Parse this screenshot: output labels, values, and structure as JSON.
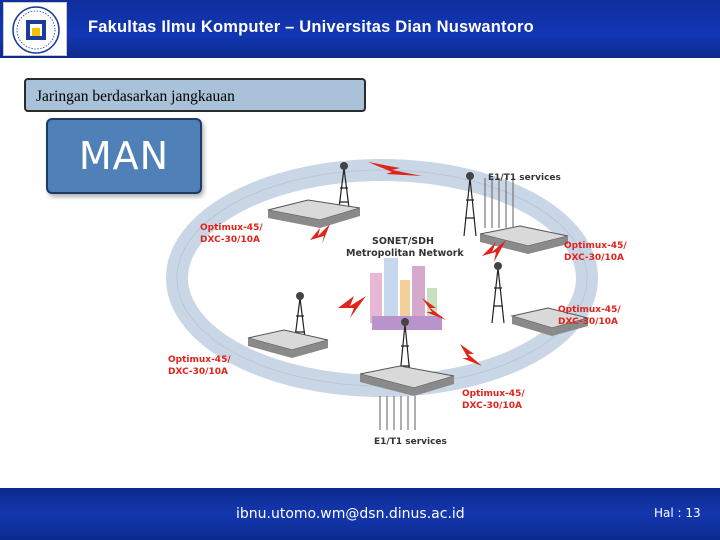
{
  "header": {
    "title": "Fakultas Ilmu Komputer – Universitas Dian Nuswantoro",
    "logo_icon": "university-logo-icon"
  },
  "subtitle": "Jaringan berdasarkan jangkauan",
  "man_label": "MAN",
  "diagram": {
    "center_label_line1": "SONET/SDH",
    "center_label_line2": "Metropolitan Network",
    "top_services": "E1/T1 services",
    "bottom_services": "E1/T1 services",
    "node_left_top_line1": "Optimux-45/",
    "node_left_top_line2": "DXC-30/10A",
    "node_right_top_line1": "Optimux-45/",
    "node_right_top_line2": "DXC-30/10A",
    "node_right_mid_line1": "Optimux-45/",
    "node_right_mid_line2": "DXC-30/10A",
    "node_left_bottom_line1": "Optimux-45/",
    "node_left_bottom_line2": "DXC-30/10A",
    "node_bottom_line1": "Optimux-45/",
    "node_bottom_line2": "DXC-30/10A",
    "colors": {
      "label_red": "#e2231a",
      "ring": "#c9d6e6",
      "bolt": "#e2231a"
    }
  },
  "footer": {
    "email": "ibnu.utomo.wm@dsn.dinus.ac.id",
    "page": "Hal : 13"
  },
  "colors": {
    "header_bg": "#1236b4",
    "subtitle_bg": "#a9c1d9",
    "man_bg": "#4f80b8"
  }
}
